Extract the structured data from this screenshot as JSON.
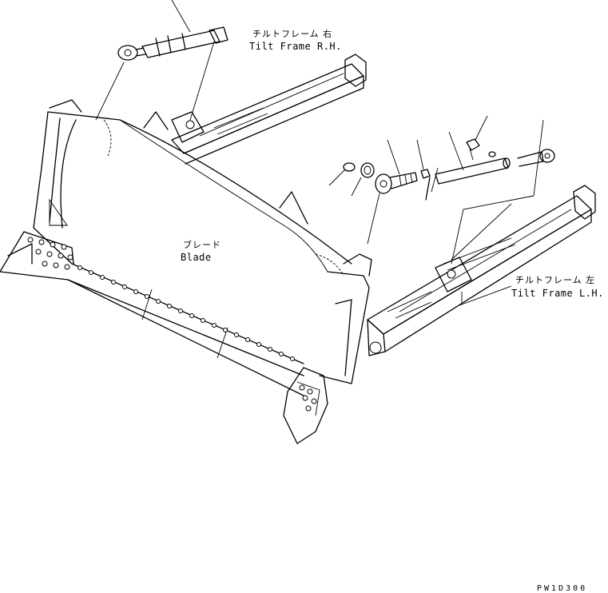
{
  "labels": {
    "tilt_rh_jp": "チルトフレーム 右",
    "tilt_rh_en": "Tilt Frame R.H.",
    "blade_jp": "ブレード",
    "blade_en": "Blade",
    "tilt_lh_jp": "チルトフレーム 左",
    "tilt_lh_en": "Tilt Frame L.H.",
    "drawing_code": "PW1D300"
  },
  "colors": {
    "line": "#000000",
    "background": "#ffffff"
  }
}
